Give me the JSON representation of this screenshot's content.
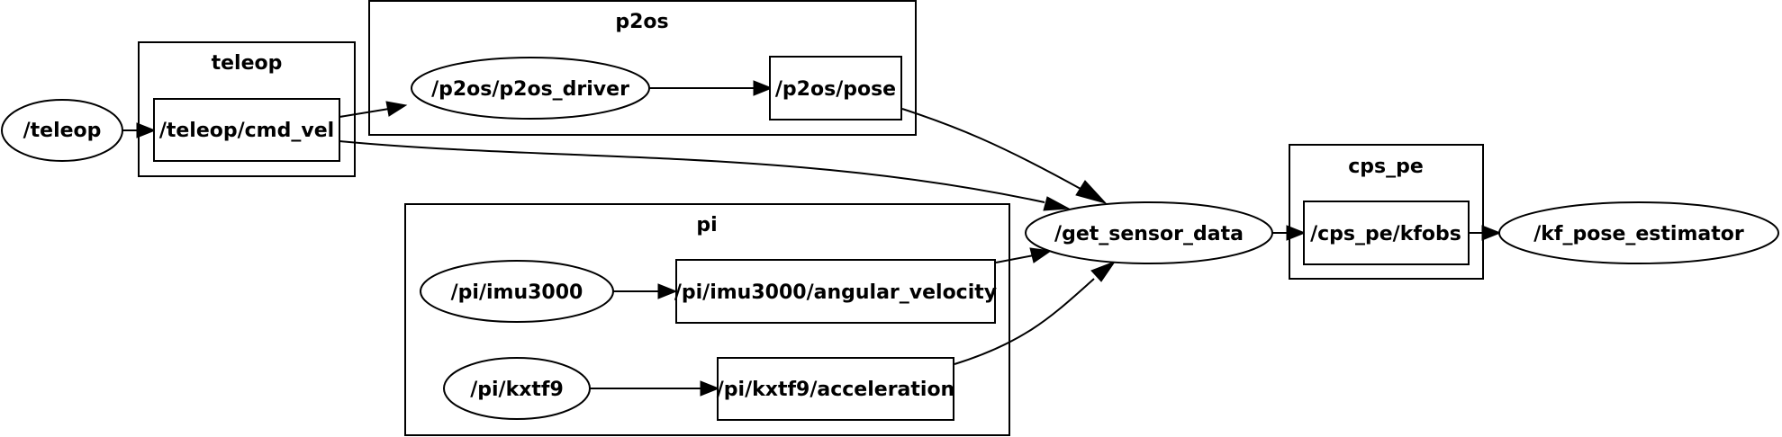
{
  "clusters": {
    "teleop": "teleop",
    "p2os": "p2os",
    "pi": "pi",
    "cps_pe": "cps_pe"
  },
  "nodes": {
    "teleop": "/teleop",
    "teleop_cmd_vel": "/teleop/cmd_vel",
    "p2os_driver": "/p2os/p2os_driver",
    "p2os_pose": "/p2os/pose",
    "pi_imu3000": "/pi/imu3000",
    "pi_imu3000_angular_velocity": "/pi/imu3000/angular_velocity",
    "pi_kxtf9": "/pi/kxtf9",
    "pi_kxtf9_acceleration": "/pi/kxtf9/acceleration",
    "get_sensor_data": "/get_sensor_data",
    "cps_pe_kfobs": "/cps_pe/kfobs",
    "kf_pose_estimator": "/kf_pose_estimator"
  }
}
